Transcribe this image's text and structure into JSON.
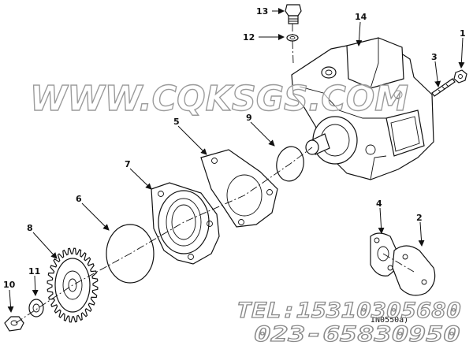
{
  "callouts": {
    "c1": "1",
    "c2": "2",
    "c3": "3",
    "c4": "4",
    "c5": "5",
    "c6": "6",
    "c7": "7",
    "c8": "8",
    "c9": "9",
    "c10": "10",
    "c11": "11",
    "c12": "12",
    "c13": "13",
    "c14": "14"
  },
  "watermark": {
    "site": "WWW.CQKSGS.COM",
    "tel": "TEL:15310305680",
    "phone": "023-65830950"
  },
  "drawing_code": "IN0550a)",
  "colors": {
    "line": "#111111",
    "watermark_fill": "#ffffff",
    "watermark_stroke": "#9a9a9a"
  }
}
